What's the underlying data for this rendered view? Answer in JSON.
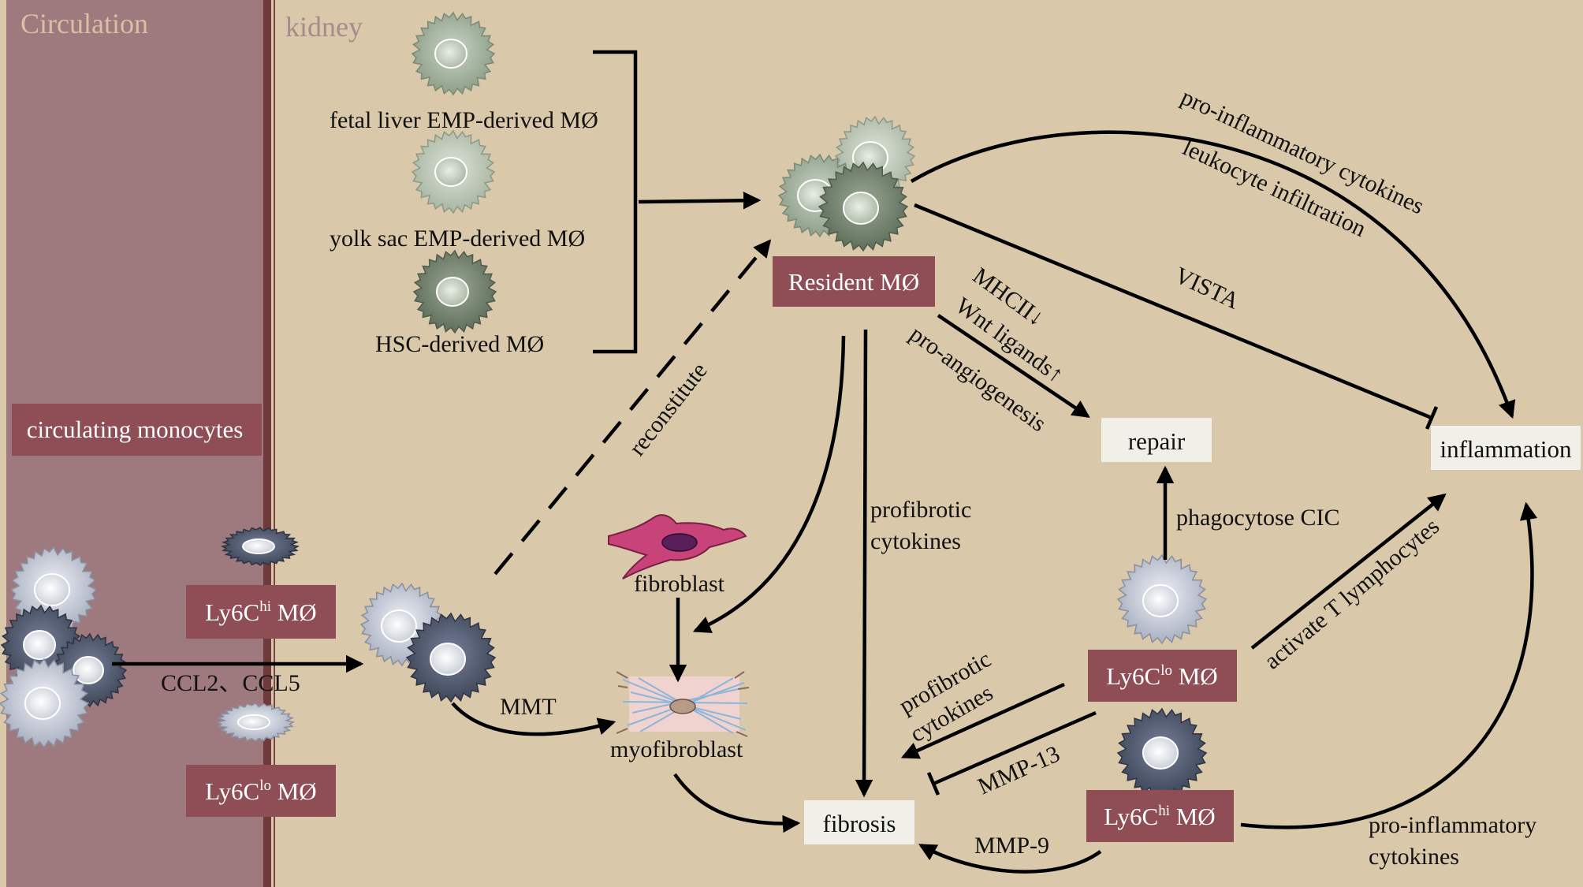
{
  "regions": {
    "circulation": "Circulation",
    "kidney": "kidney"
  },
  "sources": {
    "fetal_liver": "fetal liver EMP-derived MØ",
    "yolk_sac": "yolk sac EMP-derived MØ",
    "hsc": "HSC-derived MØ"
  },
  "nodes": {
    "resident": "Resident MØ",
    "circulating": "circulating monocytes",
    "ly6c_hi_circ": {
      "base": "Ly6C",
      "sup": "hi",
      "suffix": " MØ"
    },
    "ly6c_lo_circ": {
      "base": "Ly6C",
      "sup": "lo",
      "suffix": " MØ"
    },
    "ly6c_lo_kidney": {
      "base": "Ly6C",
      "sup": "lo",
      "suffix": " MØ"
    },
    "ly6c_hi_kidney": {
      "base": "Ly6C",
      "sup": "hi",
      "suffix": " MØ"
    },
    "repair": "repair",
    "inflammation": "inflammation",
    "fibrosis": "fibrosis",
    "fibroblast": "fibroblast",
    "myofibroblast": "myofibroblast"
  },
  "edge_labels": {
    "ccl": "CCL2、CCL5",
    "mmt": "MMT",
    "reconstitute": "reconstitute",
    "profibrotic_1a": "profibrotic",
    "profibrotic_1b": "cytokines",
    "profibrotic_2a": "profibrotic",
    "profibrotic_2b": "cytokines",
    "mhcii": "MHCII↓",
    "wnt": "Wnt ligands↑",
    "angio": "pro-angiogenesis",
    "pro_inflam_top": "pro-inflammatory cytokines",
    "leukocyte": "leukocyte infiltration",
    "vista": "VISTA",
    "phagocytose": "phagocytose CIC",
    "activate_t": "activate T lymphocytes",
    "mmp13": "MMP-13",
    "mmp9": "MMP-9",
    "pro_inflam_bottom_a": "pro-inflammatory",
    "pro_inflam_bottom_b": "cytokines"
  },
  "colors": {
    "circulation_bg": "#9e7a7e",
    "kidney_bg": "#d9c8a9",
    "node_box": "#8f4d55",
    "light_box": "#f0efe8",
    "membrane": "#6e3a3a",
    "circulation_title": "#d8c0a4",
    "kidney_title": "#a88a8c"
  }
}
